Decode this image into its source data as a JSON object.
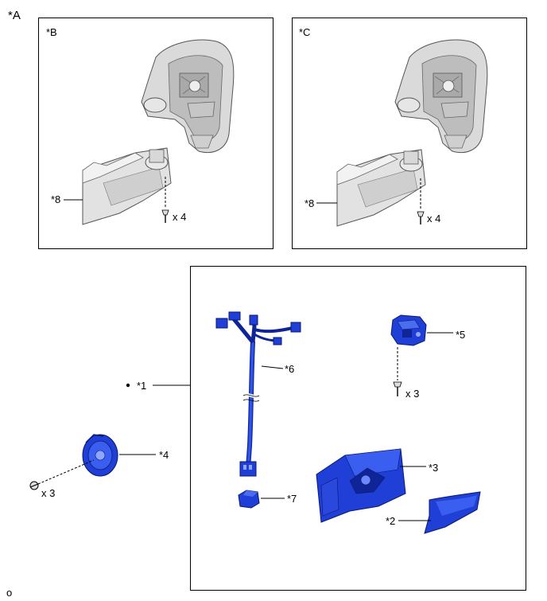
{
  "views": {
    "main": "*A",
    "left_panel": "*B",
    "right_panel": "*C"
  },
  "callouts": {
    "c1": "*1",
    "c2": "*2",
    "c3": "*3",
    "c4": "*4",
    "c5": "*5",
    "c6": "*6",
    "c7": "*7",
    "c8_left": "*8",
    "c8_right": "*8"
  },
  "quantities": {
    "left_panel_screws": "x 4",
    "right_panel_screws": "x 4",
    "bracket_screws": "x 3",
    "motor_screws": "x 3"
  },
  "footer": {
    "code": "o"
  },
  "colors": {
    "part_blue": "#1f3fd6",
    "part_blue_dark": "#0e2497",
    "housing_gray": "#d9d9d9",
    "outline": "#000000"
  }
}
